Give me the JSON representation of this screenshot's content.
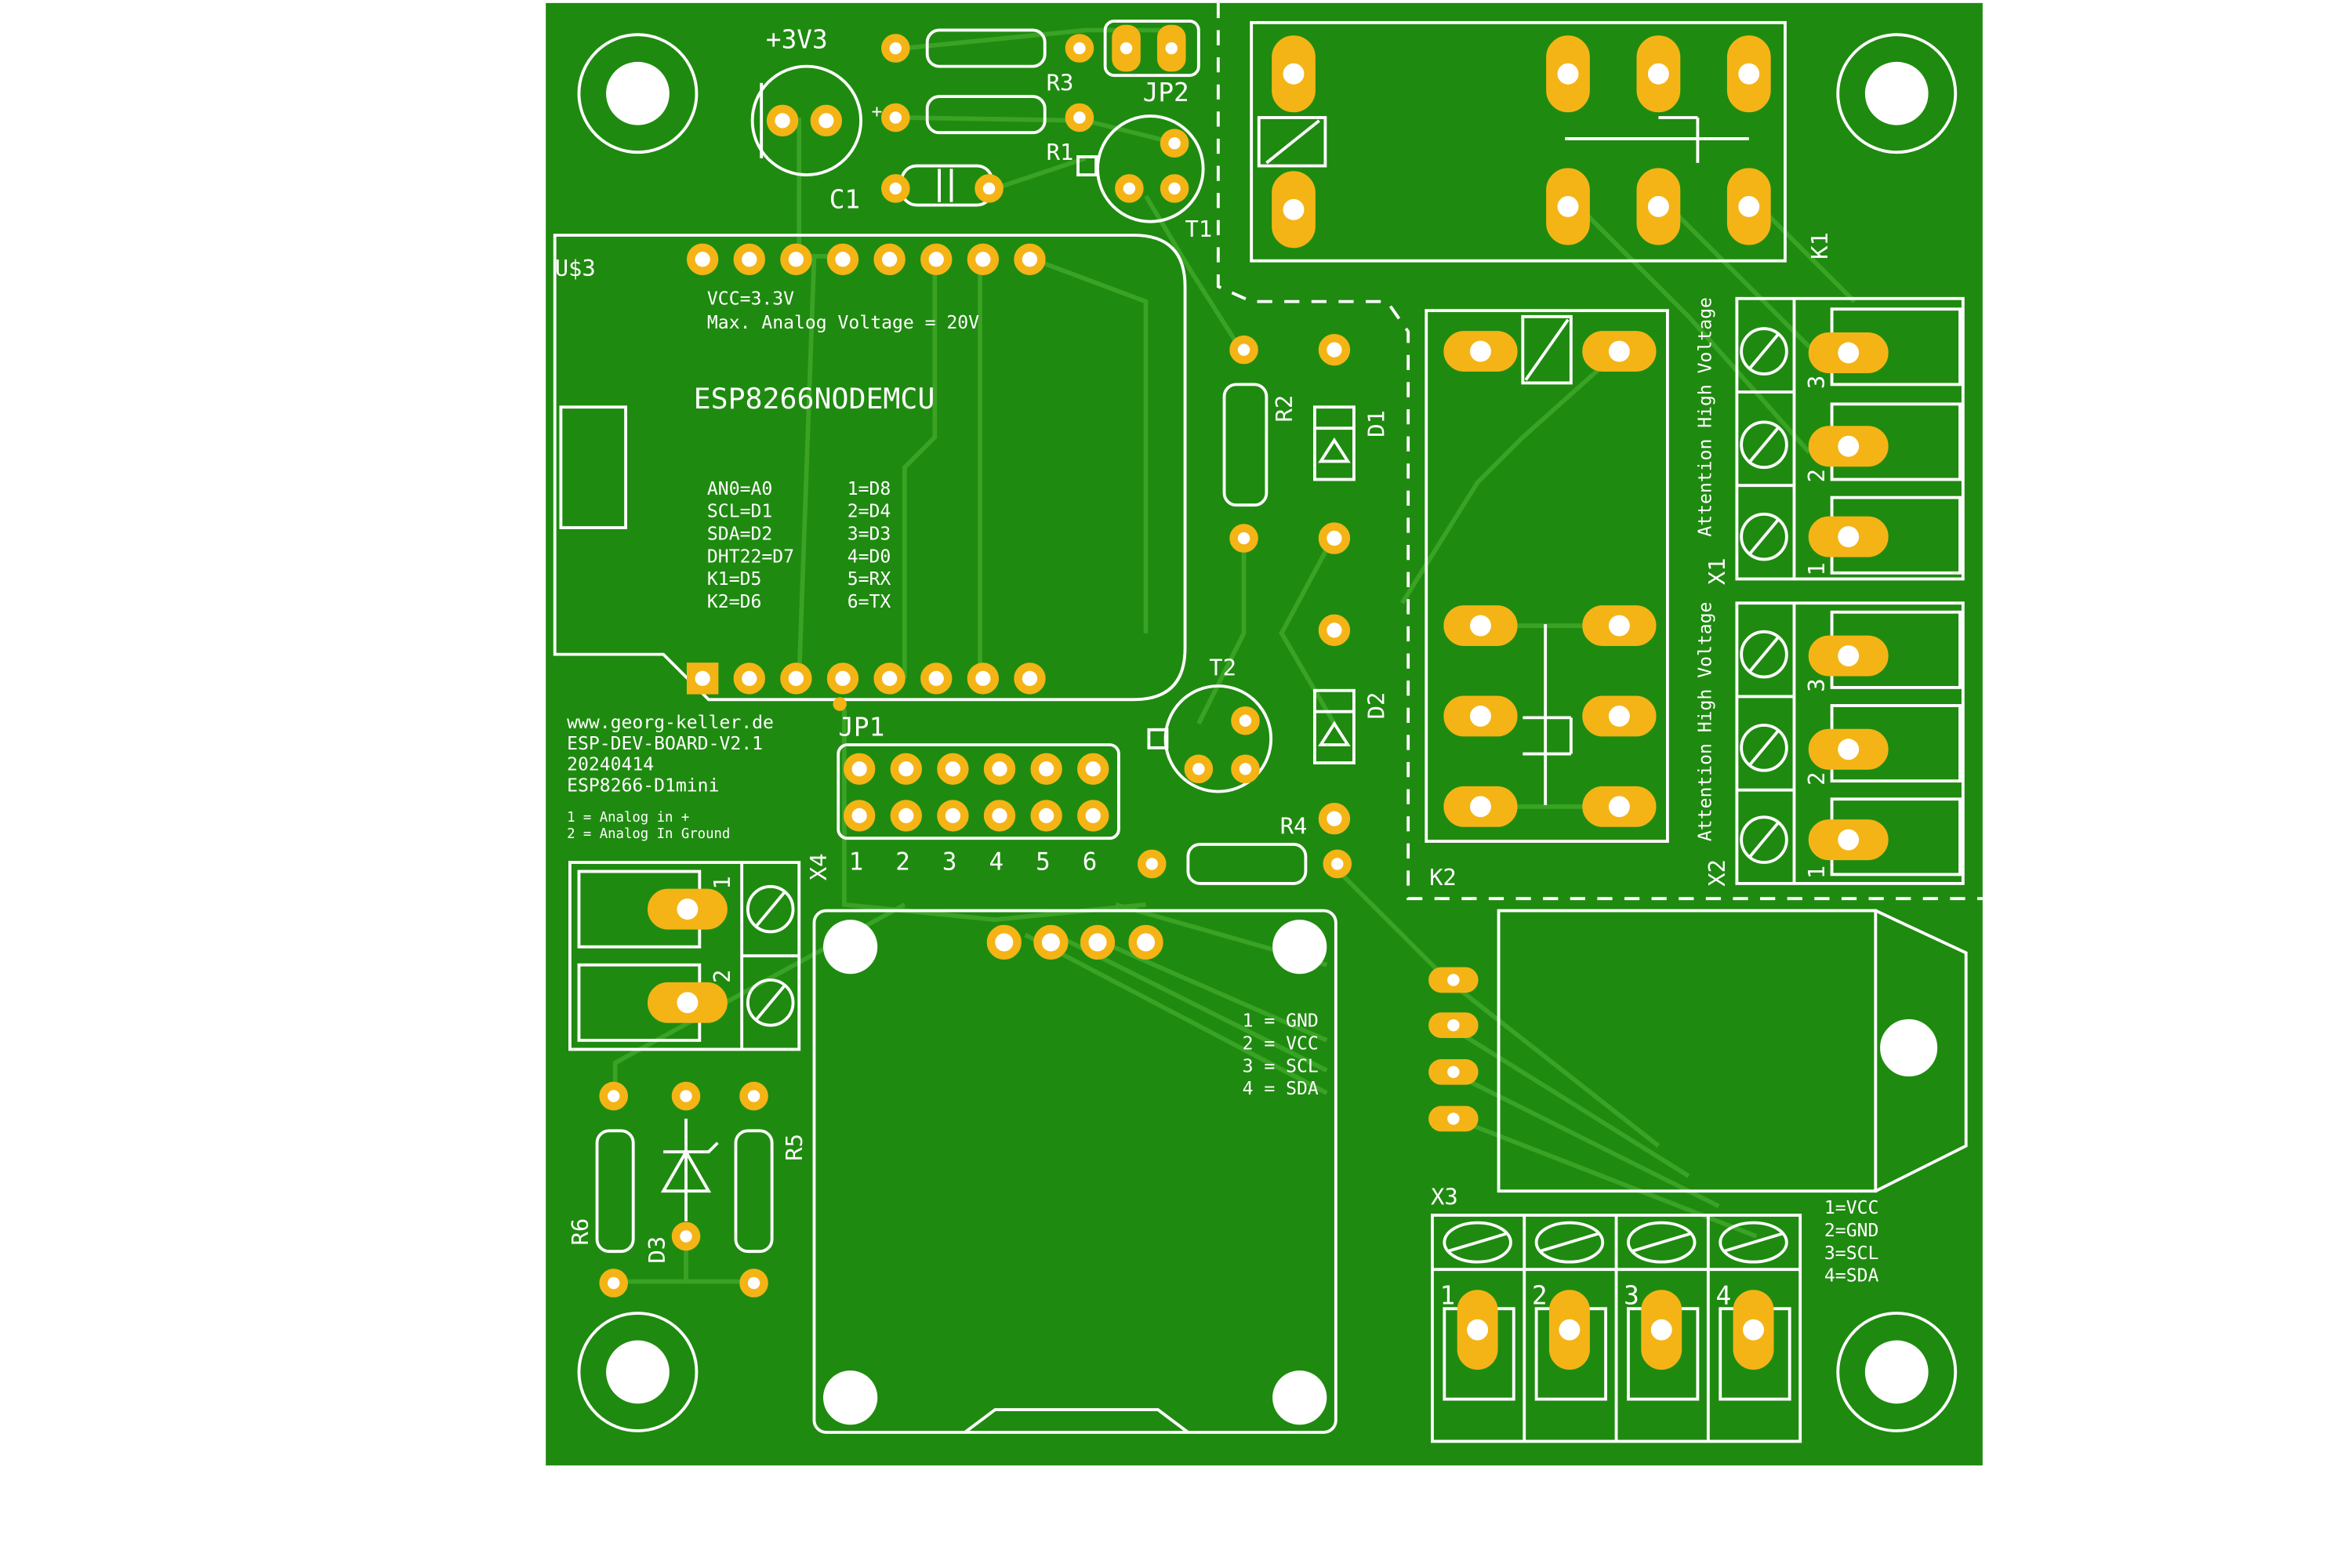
{
  "colors": {
    "board": "#1f8a10",
    "trace": "#3aa325",
    "silk": "#ffffff",
    "pad": "#f4b416"
  },
  "labels": {
    "v33": "+3V3",
    "r3": "R3",
    "r1": "R1",
    "jp2": "JP2",
    "c1": "C1",
    "t1": "T1",
    "k1": "K1",
    "us3": "U$3",
    "vcc_note": "VCC=3.3V",
    "max_analog": "Max. Analog Voltage = 20V",
    "esp": "ESP8266NODEMCU",
    "pinmap_left": [
      "AN0=A0",
      "SCL=D1",
      "SDA=D2",
      "DHT22=D7",
      "K1=D5",
      "K2=D6"
    ],
    "pinmap_right": [
      "1=D8",
      "2=D4",
      "3=D3",
      "4=D0",
      "5=RX",
      "6=TX"
    ],
    "r2": "R2",
    "d1": "D1",
    "d2": "D2",
    "t2": "T2",
    "r4": "R4",
    "k2": "K2",
    "x1": "X1",
    "x2": "X2",
    "x3": "X3",
    "x4": "X4",
    "jp1": "JP1",
    "jp1_pins": [
      "1",
      "2",
      "3",
      "4",
      "5",
      "6"
    ],
    "attention": "Attention High Voltage",
    "terminal_3": [
      "1",
      "2",
      "3"
    ],
    "x4_pins": [
      "1",
      "2"
    ],
    "x3_pins": [
      "1",
      "2",
      "3",
      "4"
    ],
    "website": "www.georg-keller.de",
    "board_name": "ESP-DEV-BOARD-V2.1",
    "date": "20240414",
    "module": "ESP8266-D1mini",
    "analog_note1": "1 = Analog in +",
    "analog_note2": "2 = Analog In Ground",
    "oled_pins": [
      "1 = GND",
      "2 = VCC",
      "3 = SCL",
      "4 = SDA"
    ],
    "x3_pinmap": [
      "1=VCC",
      "2=GND",
      "3=SCL",
      "4=SDA"
    ],
    "r5": "R5",
    "r6": "R6",
    "d3": "D3",
    "plus": "+"
  }
}
